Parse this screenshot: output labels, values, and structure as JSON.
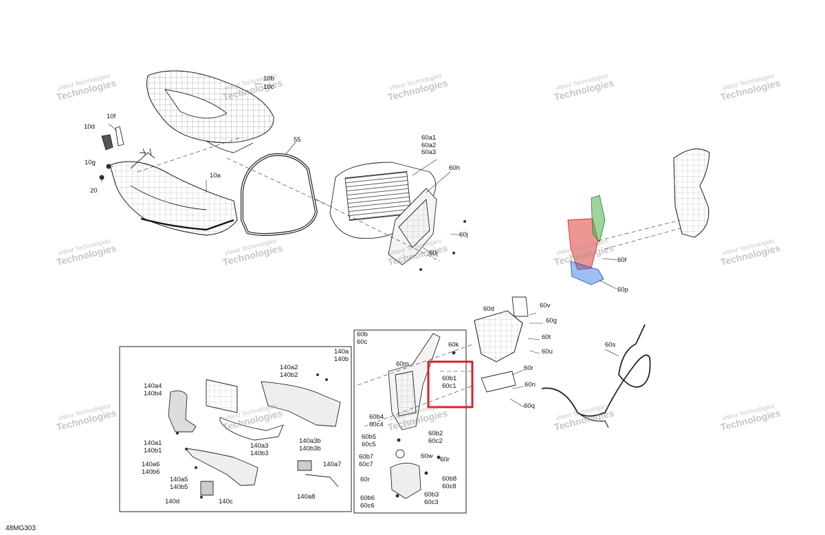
{
  "figure_code": "48MG303",
  "watermark": {
    "line1": "vNext Technologies",
    "line2": "Technologies"
  },
  "colors": {
    "highlight_box": "#d62027",
    "part_red": "#e0403c",
    "part_green": "#4caf50",
    "part_blue": "#2b6fe0"
  },
  "labels": {
    "p10b": "10b",
    "p10c": "10c",
    "p10f": "10f",
    "p10d": "10d",
    "p10g": "10g",
    "p20": "20",
    "p10a": "10a",
    "p55": "55",
    "p60a": "60a1\n60a2\n60a3",
    "p60h": "60h",
    "p60j_1": "60j",
    "p60j_2": "60j",
    "p60f": "60f",
    "p60p": "60p",
    "p60d": "60d",
    "p60v": "60v",
    "p60g": "60g",
    "p60t": "60t",
    "p60u": "60u",
    "p60r_1": "60r",
    "p60n": "60n",
    "p60q": "60q",
    "p60s": "60s",
    "p60b": "60b\n60c",
    "p60k": "60k",
    "p60m": "60m",
    "p60b1": "60b1\n60c1",
    "p60b4": "60b4\n60c4",
    "p60b5": "60b5\n60c5",
    "p60b2": "60b2\n60c2",
    "p60b7": "60b7\n60c7",
    "p60w": "60w",
    "p60r_2": "60r",
    "p60r_3": "60r",
    "p60b8": "60b8\n60c8",
    "p60b6": "60b6\n60c6",
    "p60b3": "60b3\n60c3",
    "p140a": "140a\n140b",
    "p140a2": "140a2\n140b2",
    "p140a4": "140a4\n140b4",
    "p140a3b": "140a3b\n140b3b",
    "p140a3": "140a3\n140b3",
    "p140a1": "140a1\n140b1",
    "p140a6": "140a6\n140b6",
    "p140a5": "140a5\n140b5",
    "p140a7": "140a7",
    "p140a8": "140a8",
    "p140d": "140d",
    "p140c": "140c"
  }
}
